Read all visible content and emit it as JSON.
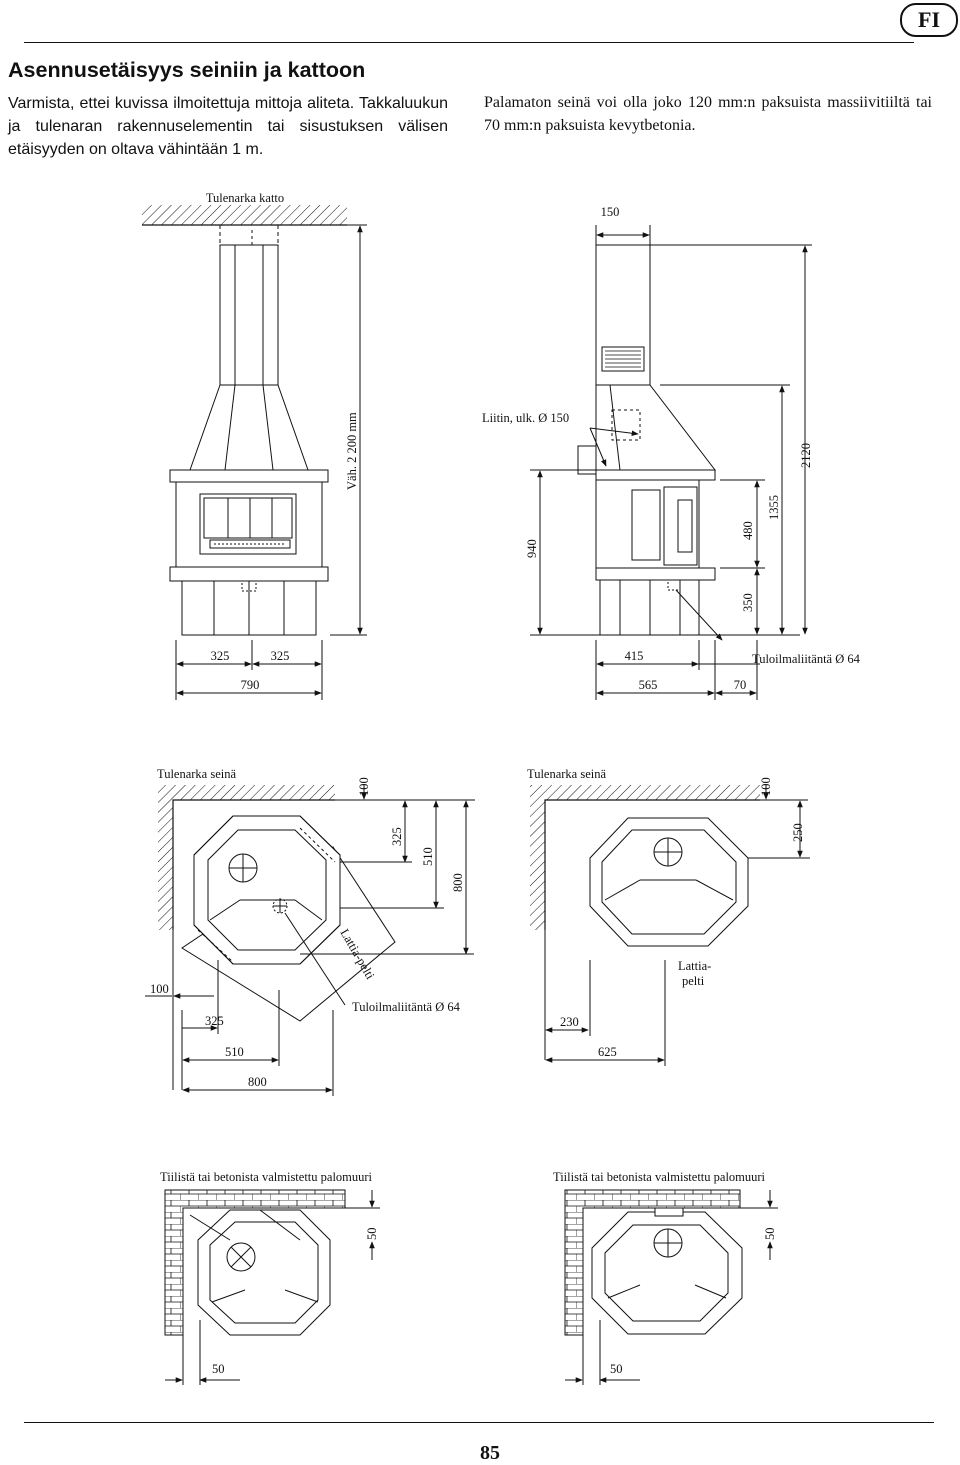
{
  "header": {
    "language_badge": "FI",
    "title": "Asennusetäisyys seiniin ja kattoon",
    "intro": "Varmista, ettei kuvissa ilmoitettuja mittoja aliteta. Takkaluukun ja tulenaran rakennuselementin tai sisustuksen välisen etäisyyden on oltava vähintään 1 m.",
    "note": "Palamaton seinä voi olla joko 120 mm:n paksuista massiivitiiltä tai 70 mm:n paksuista kevytbetonia."
  },
  "front_view": {
    "ceiling_label": "Tulenarka katto",
    "min_height": "Väh. 2 200 mm",
    "dim_left": "325",
    "dim_right": "325",
    "dim_total": "790"
  },
  "side_view": {
    "dim_top": "150",
    "connector_label": "Liitin, ulk. Ø 150",
    "dim_940": "940",
    "dim_480": "480",
    "dim_350": "350",
    "dim_1355": "1355",
    "dim_2120": "2120",
    "dim_415": "415",
    "dim_565": "565",
    "dim_70": "70",
    "air_inlet": "Tuloilmaliitäntä Ø 64"
  },
  "corner_plan": {
    "wall_label": "Tulenarka seinä",
    "dim_100_top": "100",
    "dim_325_v": "325",
    "dim_510_v": "510",
    "dim_800_v": "800",
    "floor_plate": "Lattia-pelti",
    "dim_100_left": "100",
    "dim_325_h": "325",
    "dim_510_h": "510",
    "dim_800_h": "800",
    "air_inlet": "Tuloilmaliitäntä Ø 64"
  },
  "wall_plan": {
    "wall_label": "Tulenarka seinä",
    "dim_100": "100",
    "dim_250": "250",
    "floor_plate_1": "Lattia-",
    "floor_plate_2": "pelti",
    "dim_230": "230",
    "dim_625": "625"
  },
  "firewall_corner": {
    "label": "Tiilistä tai betonista valmistettu palomuuri",
    "dim_v": "50",
    "dim_h": "50"
  },
  "firewall_wall": {
    "label": "Tiilistä tai betonista valmistettu palomuuri",
    "dim_v": "50",
    "dim_h": "50"
  },
  "footer": {
    "page_number": "85"
  }
}
